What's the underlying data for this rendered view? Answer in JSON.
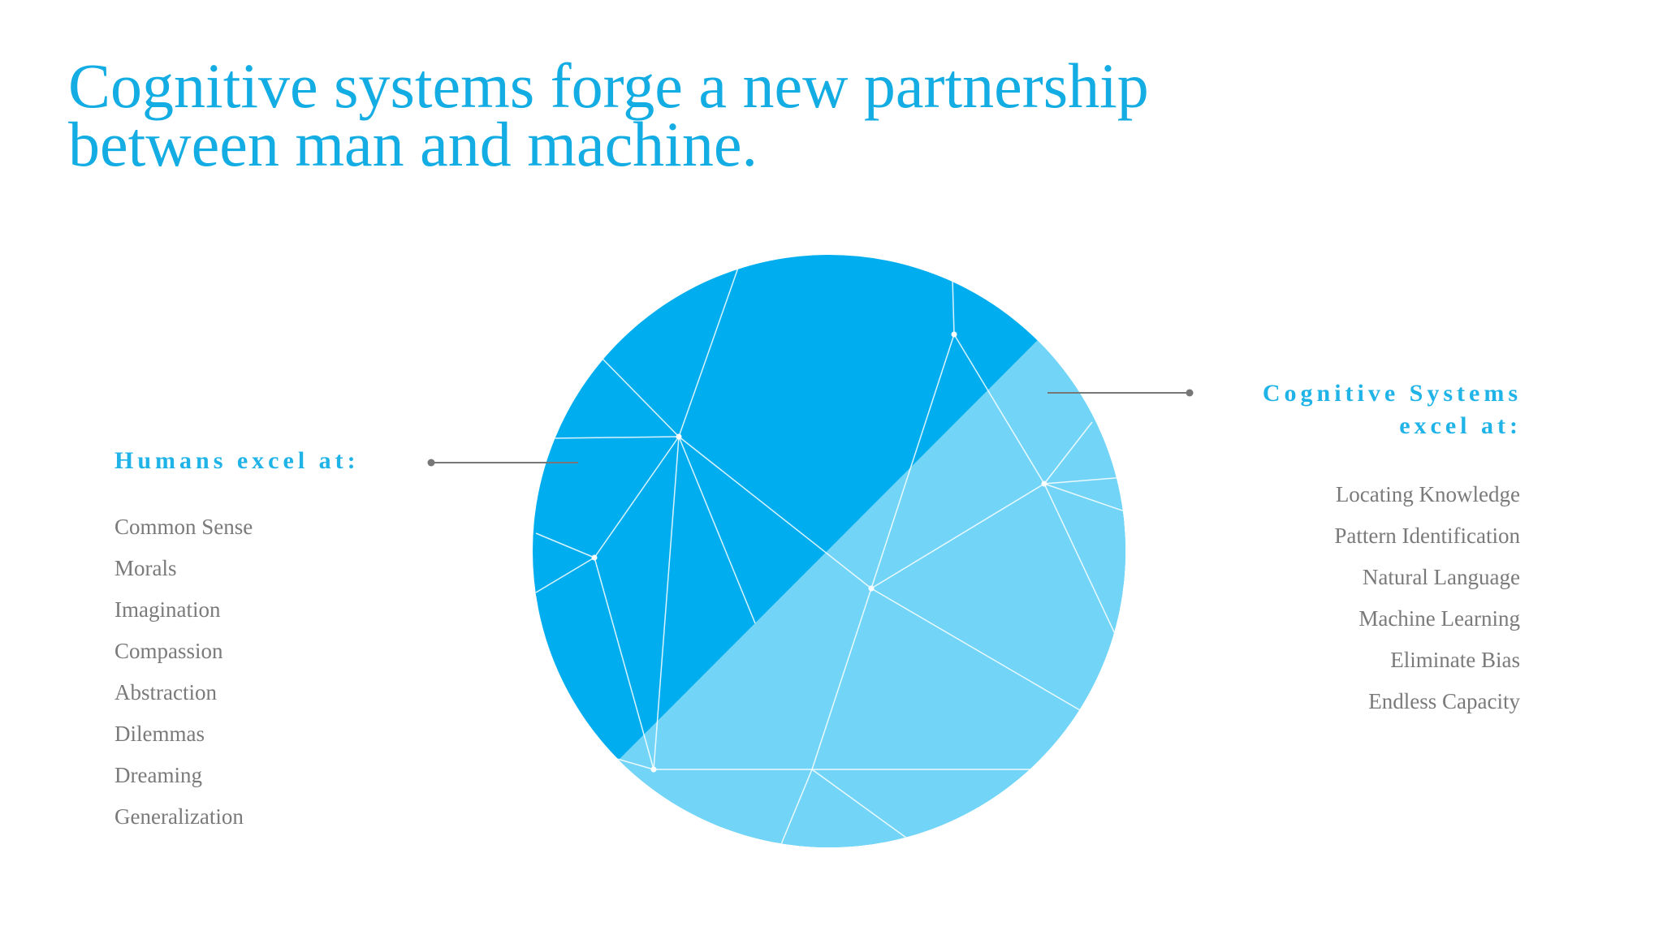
{
  "title": {
    "line1": "Cognitive systems forge a new partnership",
    "line2": "between man and machine."
  },
  "humans": {
    "heading": "Humans excel at:",
    "items": [
      "Common Sense",
      "Morals",
      "Imagination",
      "Compassion",
      "Abstraction",
      "Dilemmas",
      "Dreaming",
      "Generalization"
    ]
  },
  "cognitive": {
    "heading_line1": "Cognitive Systems",
    "heading_line2": "excel at:",
    "items": [
      "Locating Knowledge",
      "Pattern Identification",
      "Natural Language",
      "Machine Learning",
      "Eliminate Bias",
      "Endless Capacity"
    ]
  },
  "colors": {
    "title": "#13ade4",
    "heading": "#1fb3e8",
    "humans_half": "#00aeef",
    "machine_half": "#72d5f7",
    "network_lines": "#ffffff",
    "list_text": "#7a7a7a",
    "connector": "#777777"
  }
}
